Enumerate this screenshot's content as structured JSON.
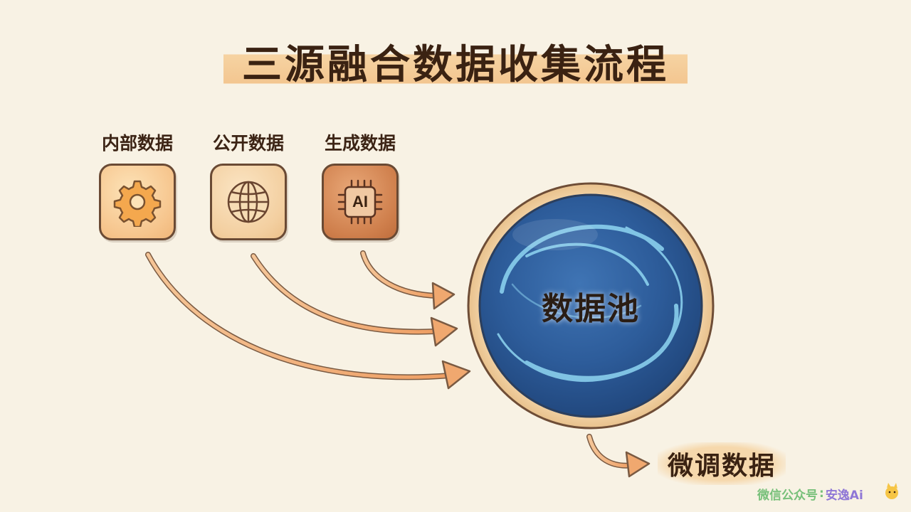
{
  "title": "三源融合数据收集流程",
  "sources": [
    {
      "label": "内部数据",
      "icon": "gear-icon"
    },
    {
      "label": "公开数据",
      "icon": "globe-icon"
    },
    {
      "label": "生成数据",
      "icon": "ai-chip-icon",
      "chip_text": "AI"
    }
  ],
  "pool": {
    "label": "数据池"
  },
  "output": {
    "label": "微调数据"
  },
  "watermark": {
    "account": "微信公众号",
    "separator": ":",
    "name": "安逸Ai"
  },
  "colors": {
    "background": "#f8f2e4",
    "title": "#3a2212",
    "arrow": "#f2b27a",
    "pool_blue": "#2f5f9e",
    "pool_swirl": "#8fd6f2",
    "ring": "#f3d4a8"
  }
}
